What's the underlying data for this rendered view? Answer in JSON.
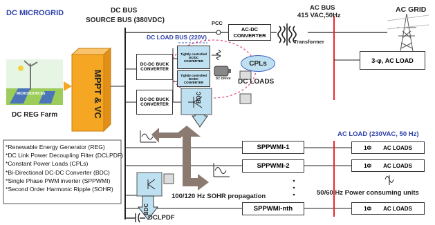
{
  "title": "DC MICROGRID",
  "dc_bus": {
    "line1": "DC BUS",
    "line2": "SOURCE BUS (380VDC)"
  },
  "ac_bus": {
    "line1": "AC BUS",
    "line2": "415 VAC,50Hz"
  },
  "ac_grid": "AC GRID",
  "pcc": "PCC",
  "ac_dc_converter": {
    "line1": "AC-DC",
    "line2": "CONVERTER"
  },
  "transformer": "Transformer",
  "dc_load_bus": "DC LOAD BUS (220V)",
  "cpls": "CPLs",
  "dc_loads": "DC LOADS",
  "three_phase_load": "3-φ, AC LOAD",
  "mppt": {
    "line1": "MPPT",
    "line2": "&",
    "line3": "VC"
  },
  "microsources": "MICROSOURCES",
  "dc_reg_farm": "DC REG Farm",
  "buck1": {
    "line1": "DC-DC BUCK",
    "line2": "CONVERTER"
  },
  "buck2": {
    "line1": "DC-DC BUCK",
    "line2": "CONVERTER"
  },
  "tight_conv1": {
    "line1": "Tightly controlled",
    "line2": "DC/DC",
    "line3": "CONVERTER"
  },
  "tight_conv2": {
    "line1": "Tightly controlled",
    "line2": "DC/DC",
    "line3": "CONVERTER"
  },
  "dc_drive": "DC DRIVE",
  "bdc_label": "BDC",
  "ac_load_bus": "AC LOAD  (230VAC, 50 Hz)",
  "inverters": [
    {
      "label": "SPPWMI-1",
      "load_symbol": "1Φ",
      "load": "AC LOADS"
    },
    {
      "label": "SPPWMI-2",
      "load_symbol": "1Φ",
      "load": "AC LOADS"
    },
    {
      "label": "SPPWMI-nth",
      "load_symbol": "1Φ",
      "load": "AC LOADS"
    }
  ],
  "sohr_propagation": "100/120 Hz SOHR propagation",
  "power_consuming": "50/60 Hz Power consuming units",
  "dclpdf": "DCLPDF",
  "legend": [
    "*Renewable Energy Generator (REG)",
    "*DC Link Power  Decoupling Filter (DCLPDF)",
    "*Constant Power Loads (CPLs)",
    "*Bi-Directional DC-DC Converter (BDC)",
    "*Single Phase PWM inverter (SPPWMI)",
    "*Second Order Harmonic Ripple (SOHR)"
  ],
  "colors": {
    "accent_blue": "#2b3fa8",
    "red_line": "#e4282c",
    "orange": "#f5a623",
    "bdc_fill": "#bfe0f0",
    "arrow_brown": "#8a7a70",
    "cpl_pink": "#e64a8a",
    "blue_dashed": "#3b5ec0"
  }
}
